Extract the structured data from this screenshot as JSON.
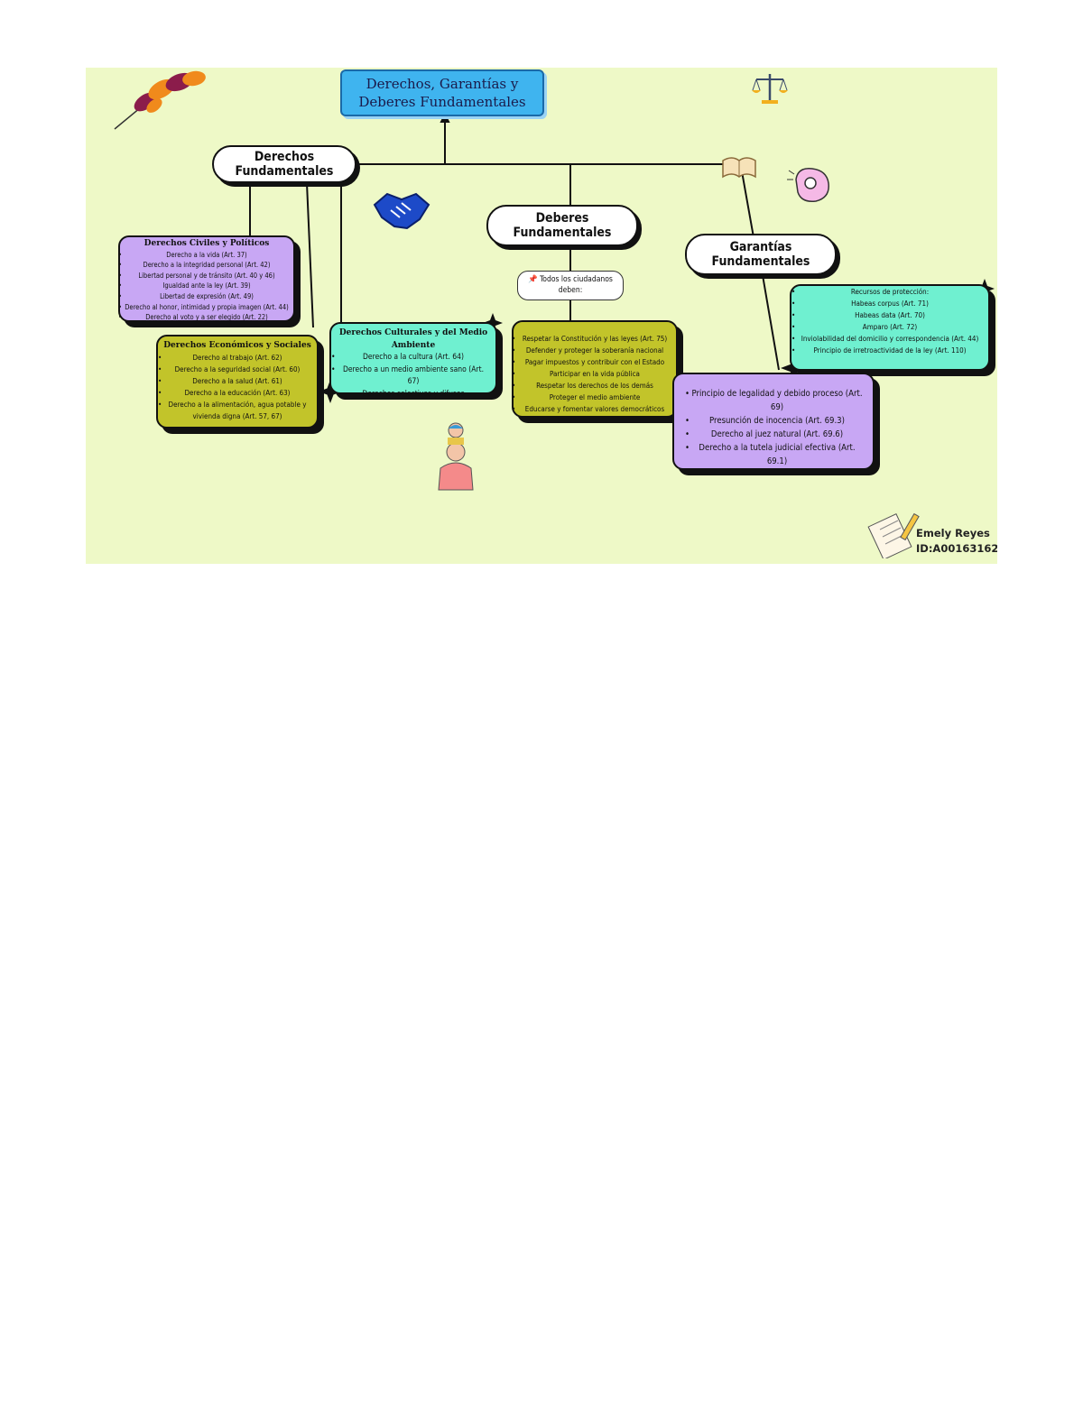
{
  "title": "Derechos, Garantías y Deberes Fundamentales",
  "derechos": {
    "label": "Derechos Fundamentales",
    "civiles": {
      "head": "Derechos Civiles y Políticos",
      "items": [
        "Derecho a la vida (Art. 37)",
        "Derecho a la integridad personal (Art. 42)",
        "Libertad personal y de tránsito (Art. 40 y 46)",
        "Igualdad ante la ley (Art. 39)",
        "Libertad de expresión (Art. 49)",
        "Derecho al honor, intimidad y propia imagen (Art. 44)",
        "Derecho al voto y a ser elegido (Art. 22)"
      ]
    },
    "economicos": {
      "head": "Derechos Económicos y Sociales",
      "items": [
        "Derecho al trabajo (Art. 62)",
        "Derecho a la seguridad social (Art. 60)",
        "Derecho a la salud (Art. 61)",
        "Derecho a la educación (Art. 63)",
        "Derecho a la alimentación, agua potable y vivienda digna (Art. 57, 67)"
      ]
    },
    "culturales": {
      "head": "Derechos Culturales y del Medio Ambiente",
      "items": [
        "Derecho a la cultura (Art. 64)",
        "Derecho a un medio ambiente sano (Art. 67)",
        "Derechos colectivos y difusos"
      ]
    }
  },
  "deberes": {
    "label": "Deberes Fundamentales",
    "note": "📌 Todos los ciudadanos deben:",
    "items": [
      "Respetar la Constitución y las leyes (Art. 75)",
      "Defender y proteger la soberanía nacional",
      "Pagar impuestos y contribuir con el Estado",
      "Participar en la vida pública",
      "Respetar los derechos de los demás",
      "Proteger el medio ambiente",
      "Educarse y fomentar valores democráticos"
    ]
  },
  "garantias": {
    "label": "Garantías Fundamentales",
    "recursos": {
      "items": [
        "Recursos de protección:",
        "Habeas corpus (Art. 71)",
        "Habeas data (Art. 70)",
        "Amparo (Art. 72)",
        "Inviolabilidad del domicilio y correspondencia (Art. 44)",
        "Principio de irretroactividad de la ley (Art. 110)"
      ]
    },
    "principios": {
      "items": [
        "Principio de legalidad y debido proceso (Art. 69)",
        "Presunción de inocencia (Art. 69.3)",
        "Derecho al juez natural (Art. 69.6)",
        "Derecho a la tutela judicial efectiva (Art. 69.1)"
      ]
    }
  },
  "author": {
    "name": "Emely Reyes",
    "id": "ID:A00163162"
  },
  "colors": {
    "background": "#eef9c7",
    "title": "#3fb4ef",
    "purple": "#c8a7f4",
    "olive": "#c2c42a",
    "teal": "#6ff0d0"
  },
  "icons": [
    "leaf-icon",
    "scales-icon",
    "handshake-icon",
    "book-icon",
    "hand-icon",
    "family-icon",
    "paper-pencil-icon",
    "sparkle-icon"
  ]
}
